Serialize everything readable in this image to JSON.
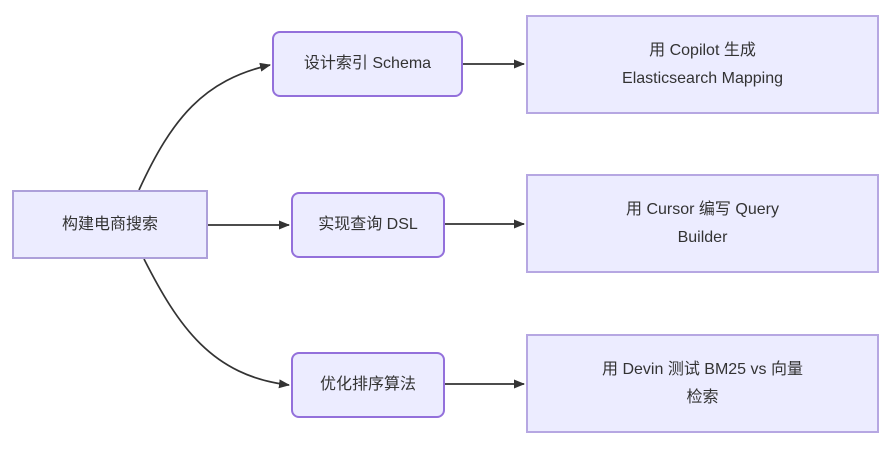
{
  "flowchart": {
    "root": {
      "label": "构建电商搜索"
    },
    "rows": [
      {
        "task": {
          "label": "设计索引 Schema"
        },
        "tool": {
          "lines": [
            "用 Copilot 生成",
            "Elasticsearch Mapping"
          ]
        }
      },
      {
        "task": {
          "label": "实现查询 DSL"
        },
        "tool": {
          "lines": [
            "用 Cursor 编写 Query",
            "Builder"
          ]
        }
      },
      {
        "task": {
          "label": "优化排序算法"
        },
        "tool": {
          "lines": [
            "用 Devin 测试 BM25 vs 向量",
            "检索"
          ]
        }
      }
    ]
  },
  "colors": {
    "node_fill": "#ECECFF",
    "task_border": "#9370DB",
    "root_border": "#ADA0DA",
    "tool_border": "#B6A7E2",
    "edge": "#333333",
    "text": "#333333",
    "background": "#FFFFFF"
  }
}
